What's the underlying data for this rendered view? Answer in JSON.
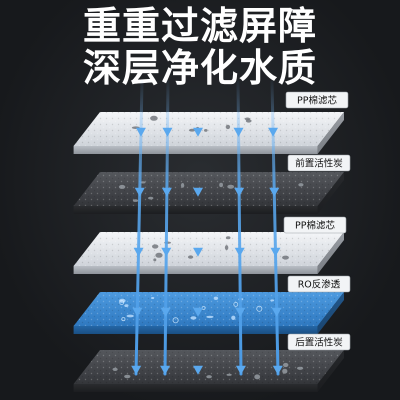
{
  "title_line1": "重重过滤屏障",
  "title_line2": "深层净化水质",
  "layers": [
    {
      "label": "PP棉滤芯",
      "material": "pp-cotton",
      "color": "#e8ebef"
    },
    {
      "label": "前置活性炭",
      "material": "activated-carbon",
      "color": "#4a4d52"
    },
    {
      "label": "PP棉滤芯",
      "material": "pp-cotton",
      "color": "#e8ebef"
    },
    {
      "label": "RO反渗透",
      "material": "ro-membrane",
      "color": "#3f8fd6"
    },
    {
      "label": "后置活性炭",
      "material": "activated-carbon",
      "color": "#4a4d52"
    }
  ],
  "arrow_color": "#5aa8ee",
  "arrow_count": 5
}
